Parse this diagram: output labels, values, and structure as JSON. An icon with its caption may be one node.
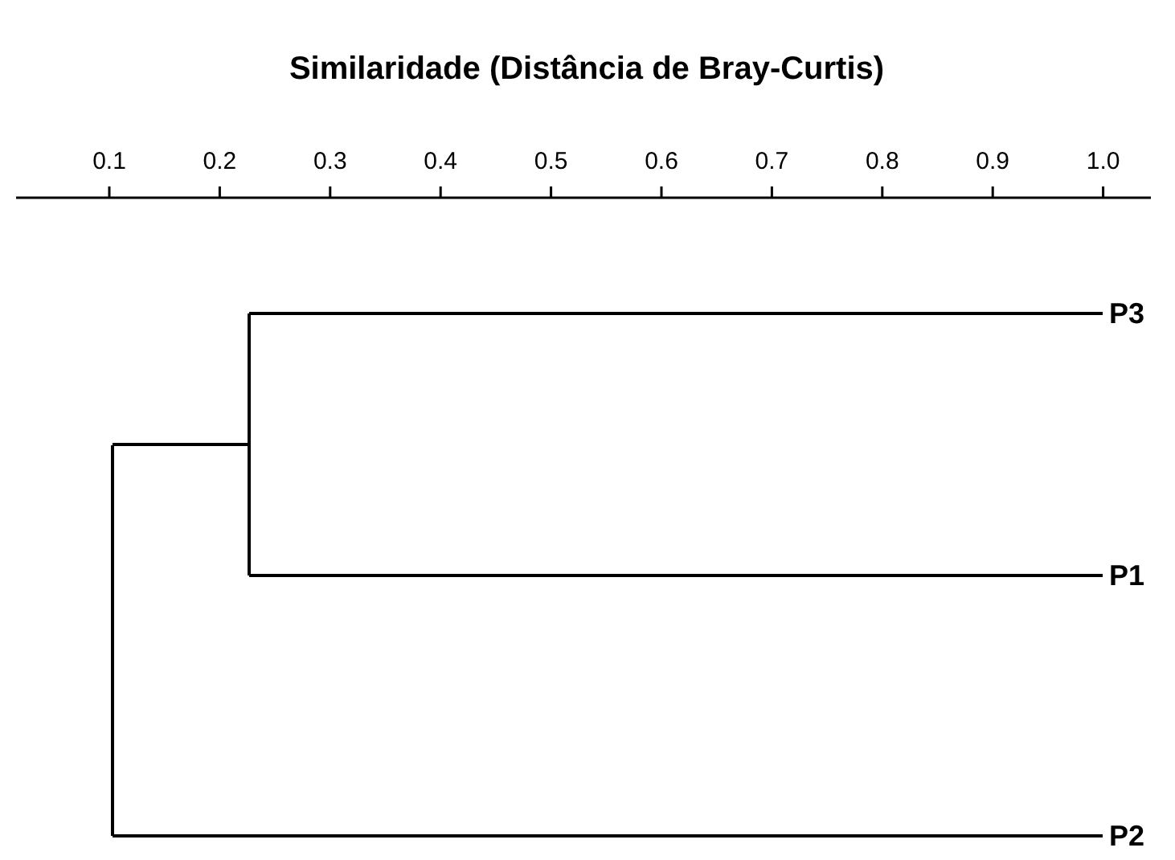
{
  "diagram": {
    "title": "Similaridade (Distância de Bray-Curtis)",
    "nodes": [
      {
        "text": [
          "P3"
        ]
      },
      {
        "text": [
          "P1"
        ]
      },
      {
        "text": [
          "P2"
        ]
      },
      {
        "text": [],
        "shape": "bar"
      },
      {
        "text": [],
        "shape": "bar"
      }
    ],
    "edges": [
      {
        "from": 3,
        "to": 0,
        "arrow": "none"
      },
      {
        "from": 3,
        "to": 1,
        "arrow": "none"
      },
      {
        "from": 4,
        "to": 3,
        "arrow": "none"
      },
      {
        "from": 4,
        "to": 2,
        "arrow": "none"
      }
    ],
    "labels": [
      "0.1",
      "0.2",
      "0.3",
      "0.4",
      "0.5",
      "0.6",
      "0.7",
      "0.8",
      "0.9",
      "1.0"
    ]
  }
}
